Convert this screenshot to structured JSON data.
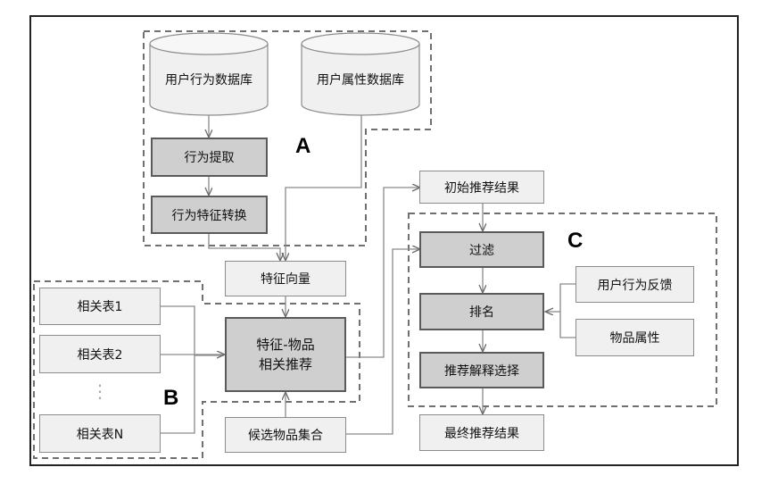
{
  "regions": {
    "a": "A",
    "b": "B",
    "c": "C"
  },
  "nodes": {
    "user_behavior_db": "用户行为数据库",
    "user_attr_db": "用户属性数据库",
    "behavior_extract": "行为提取",
    "behavior_feature_convert": "行为特征转换",
    "feature_vector": "特征向量",
    "table1": "相关表1",
    "table2": "相关表2",
    "tableN": "相关表N",
    "ellipsis": "⋮",
    "feature_item_line1": "特征-物品",
    "feature_item_line2": "相关推荐",
    "candidate_items": "候选物品集合",
    "initial_results": "初始推荐结果",
    "filter": "过滤",
    "rank": "排名",
    "explain_select": "推荐解释选择",
    "user_feedback": "用户行为反馈",
    "item_attributes": "物品属性",
    "final_results": "最终推荐结果"
  }
}
